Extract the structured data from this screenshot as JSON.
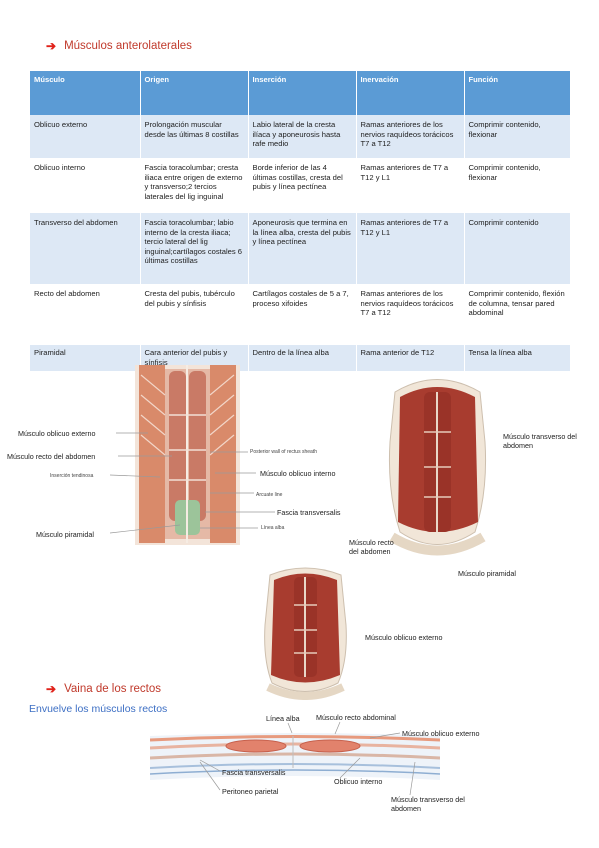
{
  "section1": {
    "title": "Músculos anterolaterales"
  },
  "table": {
    "headers": [
      "Músculo",
      "Origen",
      "Inserción",
      "Inervación",
      "Función"
    ],
    "rows": [
      [
        "Oblicuo externo",
        "Prolongación muscular desde las últimas 8 costillas",
        "Labio lateral de la cresta ilíaca y aponeurosis hasta rafe medio",
        "Ramas anteriores de los nervios raquídeos torácicos T7 a T12",
        "Comprimir contenido, flexionar"
      ],
      [
        "Oblicuo interno",
        "Fascia toracolumbar; cresta iliaca entre origen de externo y transverso;2 tercios laterales del lig inguinal",
        "Borde inferior de las 4 últimas costillas, cresta del pubis y línea pectínea",
        "Ramas anteriores de T7 a T12 y L1",
        "Comprimir contenido, flexionar"
      ],
      [
        "Transverso del abdomen",
        "Fascia toracolumbar; labio interno de la cresta iliaca; tercio lateral del lig inguinal;cartílagos costales 6 últimas costillas",
        "Aponeurosis que termina en la línea alba, cresta del pubis y línea pectínea",
        "Ramas anteriores de T7 a T12 y L1",
        "Comprimir contenido"
      ],
      [
        "Recto del abdomen",
        "Cresta del pubis, tubérculo del pubis y sínfisis",
        "Cartílagos costales de 5 a 7, proceso xifoides",
        "Ramas anteriores de los nervios raquídeos torácicos T7 a T12",
        "Comprimir contenido, flexión de columna, tensar pared abdominal"
      ],
      [
        "Piramidal",
        "Cara anterior del pubis y sínfisis",
        "Dentro de la línea alba",
        "Rama anterior de T12",
        "Tensa la línea alba"
      ]
    ]
  },
  "figure1": {
    "labels": {
      "oblicuo_externo": "Músculo oblicuo externo",
      "recto": "Músculo recto del abdomen",
      "insercion": "Inserción tendinosa",
      "piramidal": "Músculo piramidal",
      "posterior_wall": "Posterior wall of rectus sheath",
      "oblicuo_interno": "Músculo oblicuo interno",
      "arcuate": "Arcuate line",
      "fascia": "Fascia transversalis",
      "linea_alba": "Línea alba"
    }
  },
  "figure2": {
    "labels": {
      "transverso": "Músculo transverso del abdomen",
      "recto": "Músculo recto del abdomen",
      "piramidal": "Músculo piramidal",
      "oblicuo_externo": "Músculo oblicuo externo"
    }
  },
  "section2": {
    "title": "Vaina de los rectos",
    "subtitle": "Envuelve los músculos rectos"
  },
  "figure3": {
    "labels": {
      "linea_alba": "Línea alba",
      "recto": "Músculo recto abdominal",
      "oblicuo_externo": "Músculo oblicuo externo",
      "fascia": "Fascia transversalis",
      "oblicuo_interno": "Oblicuo interno",
      "peritoneo": "Peritoneo parietal",
      "transverso": "Músculo transverso del abdomen"
    }
  },
  "colors": {
    "accent": "#e0221a",
    "table_header": "#5b9bd5",
    "table_stripe": "#dde8f5",
    "subtitle": "#3d6fc4",
    "muscle": "#a83c2f"
  }
}
